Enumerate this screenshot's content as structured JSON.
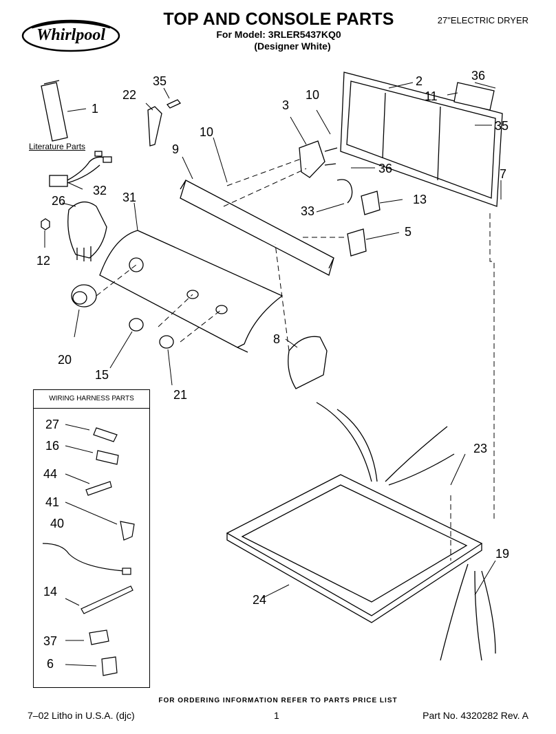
{
  "header": {
    "brand": "Whirlpool",
    "title": "TOP AND CONSOLE PARTS",
    "model_line": "For Model: 3RLER5437KQ0",
    "model_sub": "(Designer White)",
    "product": "27\"ELECTRIC DRYER"
  },
  "labels": {
    "literature_parts": "Literature Parts",
    "harness_title": "WIRING HARNESS PARTS"
  },
  "callouts": [
    "1",
    "22",
    "35",
    "3",
    "10",
    "2",
    "36",
    "11",
    "35",
    "9",
    "10",
    "36",
    "7",
    "32",
    "26",
    "31",
    "33",
    "13",
    "12",
    "5",
    "20",
    "15",
    "21",
    "8",
    "27",
    "16",
    "44",
    "41",
    "40",
    "14",
    "37",
    "6",
    "23",
    "19",
    "24"
  ],
  "footer": {
    "note": "FOR ORDERING INFORMATION REFER TO PARTS PRICE LIST",
    "litho": "7–02 Litho in U.S.A. (djc)",
    "page": "1",
    "part_no": "Part No. 4320282 Rev. A"
  }
}
